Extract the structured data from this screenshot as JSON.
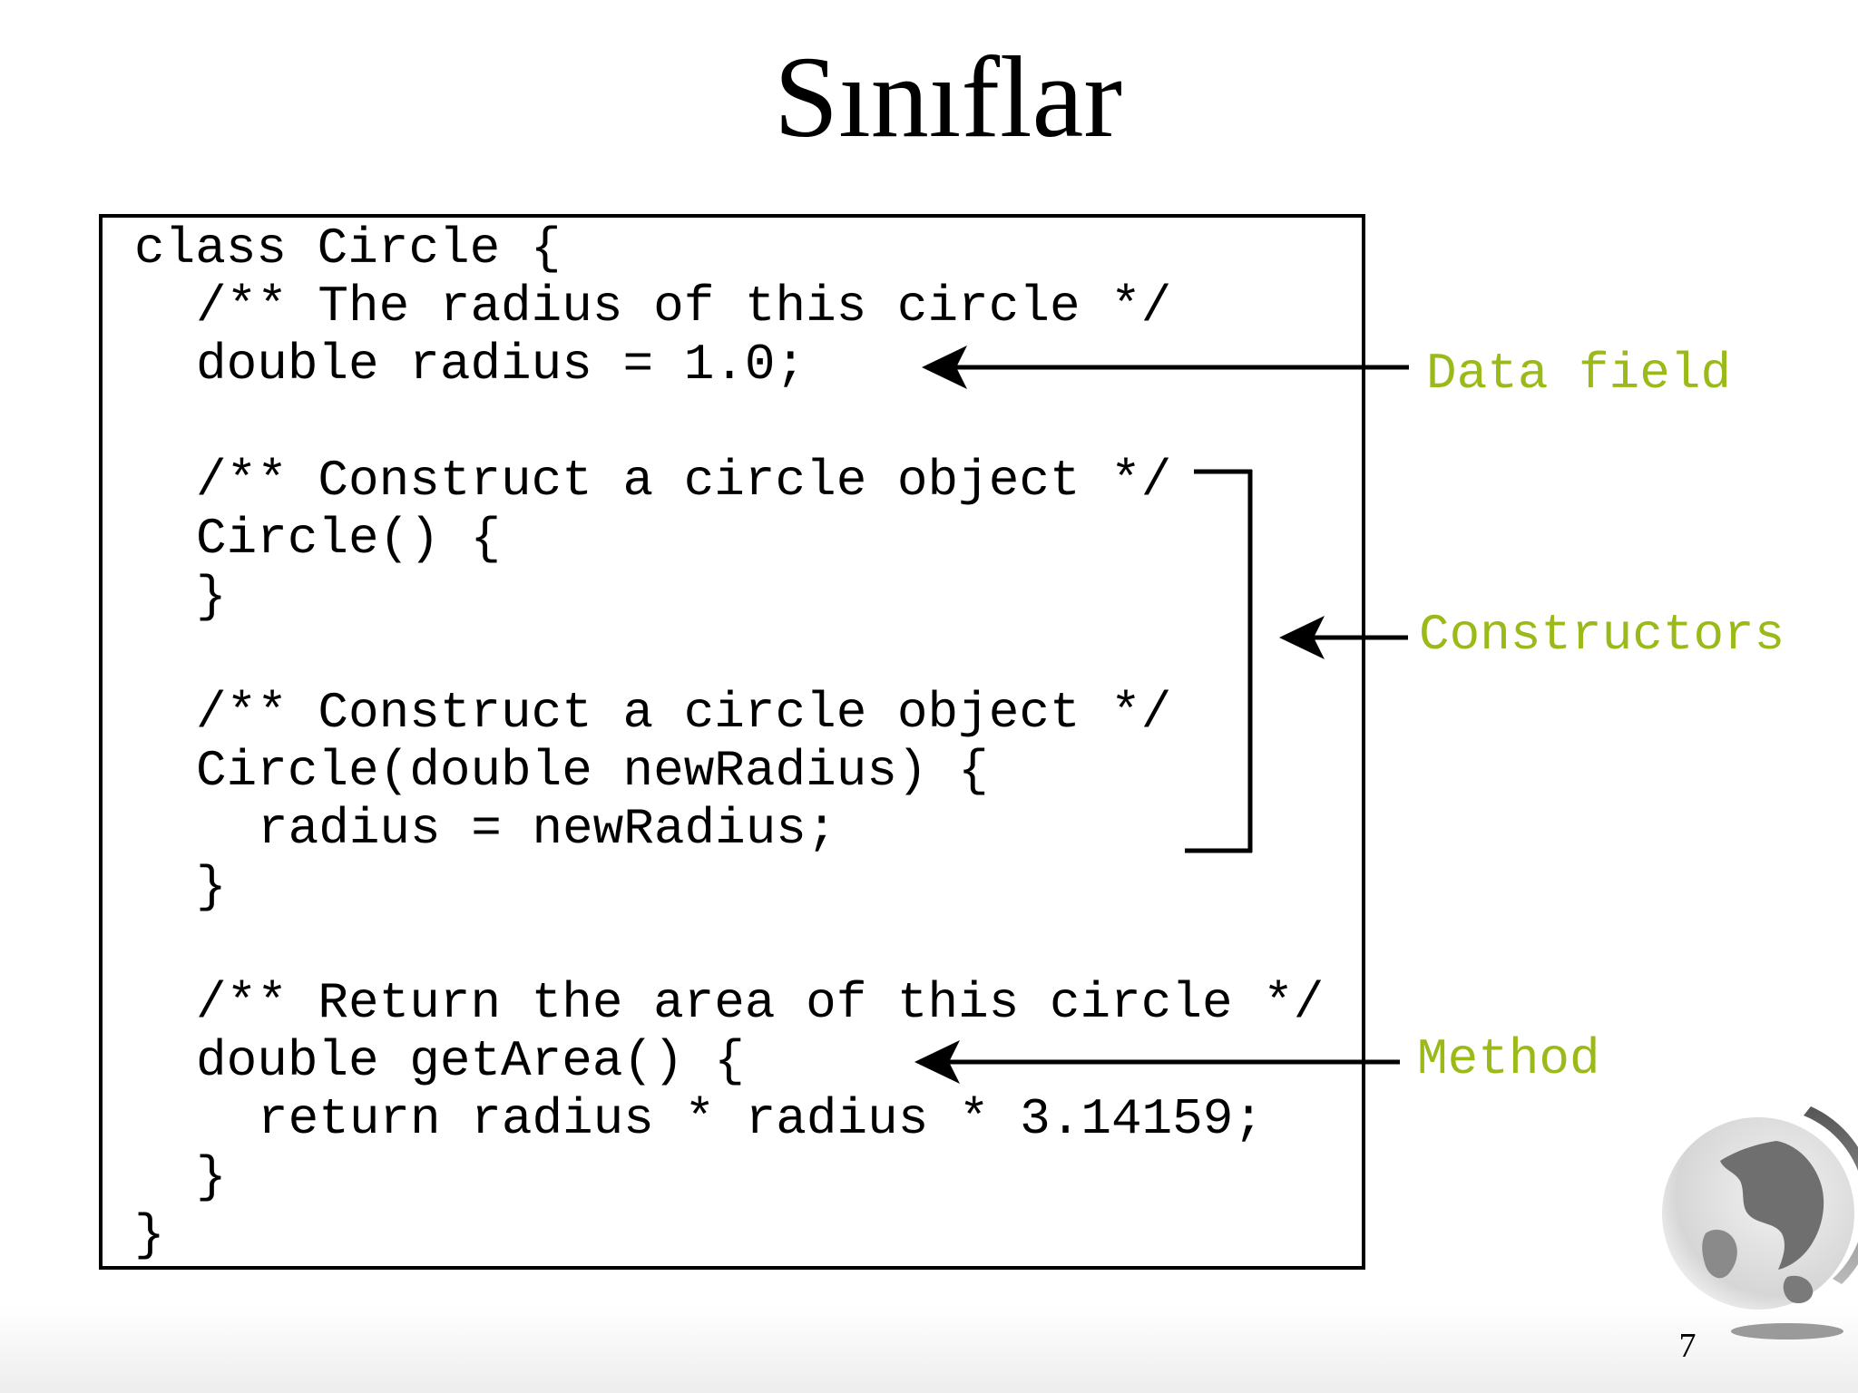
{
  "slide": {
    "title": "Sınıflar",
    "page_number": "7"
  },
  "code": {
    "lines": [
      "class Circle {",
      "/** The radius of this circle */",
      "double radius = 1.0;",
      "",
      "/** Construct a circle object */",
      "Circle() {",
      "}",
      "",
      "/** Construct a circle object */",
      "Circle(double newRadius) {",
      "radius = newRadius;",
      "}",
      "",
      "/** Return the area of this circle */",
      "double getArea() {",
      "return radius * radius * 3.14159;",
      "}",
      "}"
    ]
  },
  "annotations": {
    "data_field": "Data field",
    "constructors": "Constructors",
    "method": "Method"
  },
  "colors": {
    "label": "#9aba19",
    "line": "#000000"
  },
  "icons": {
    "logo": "globe-logo-icon"
  }
}
